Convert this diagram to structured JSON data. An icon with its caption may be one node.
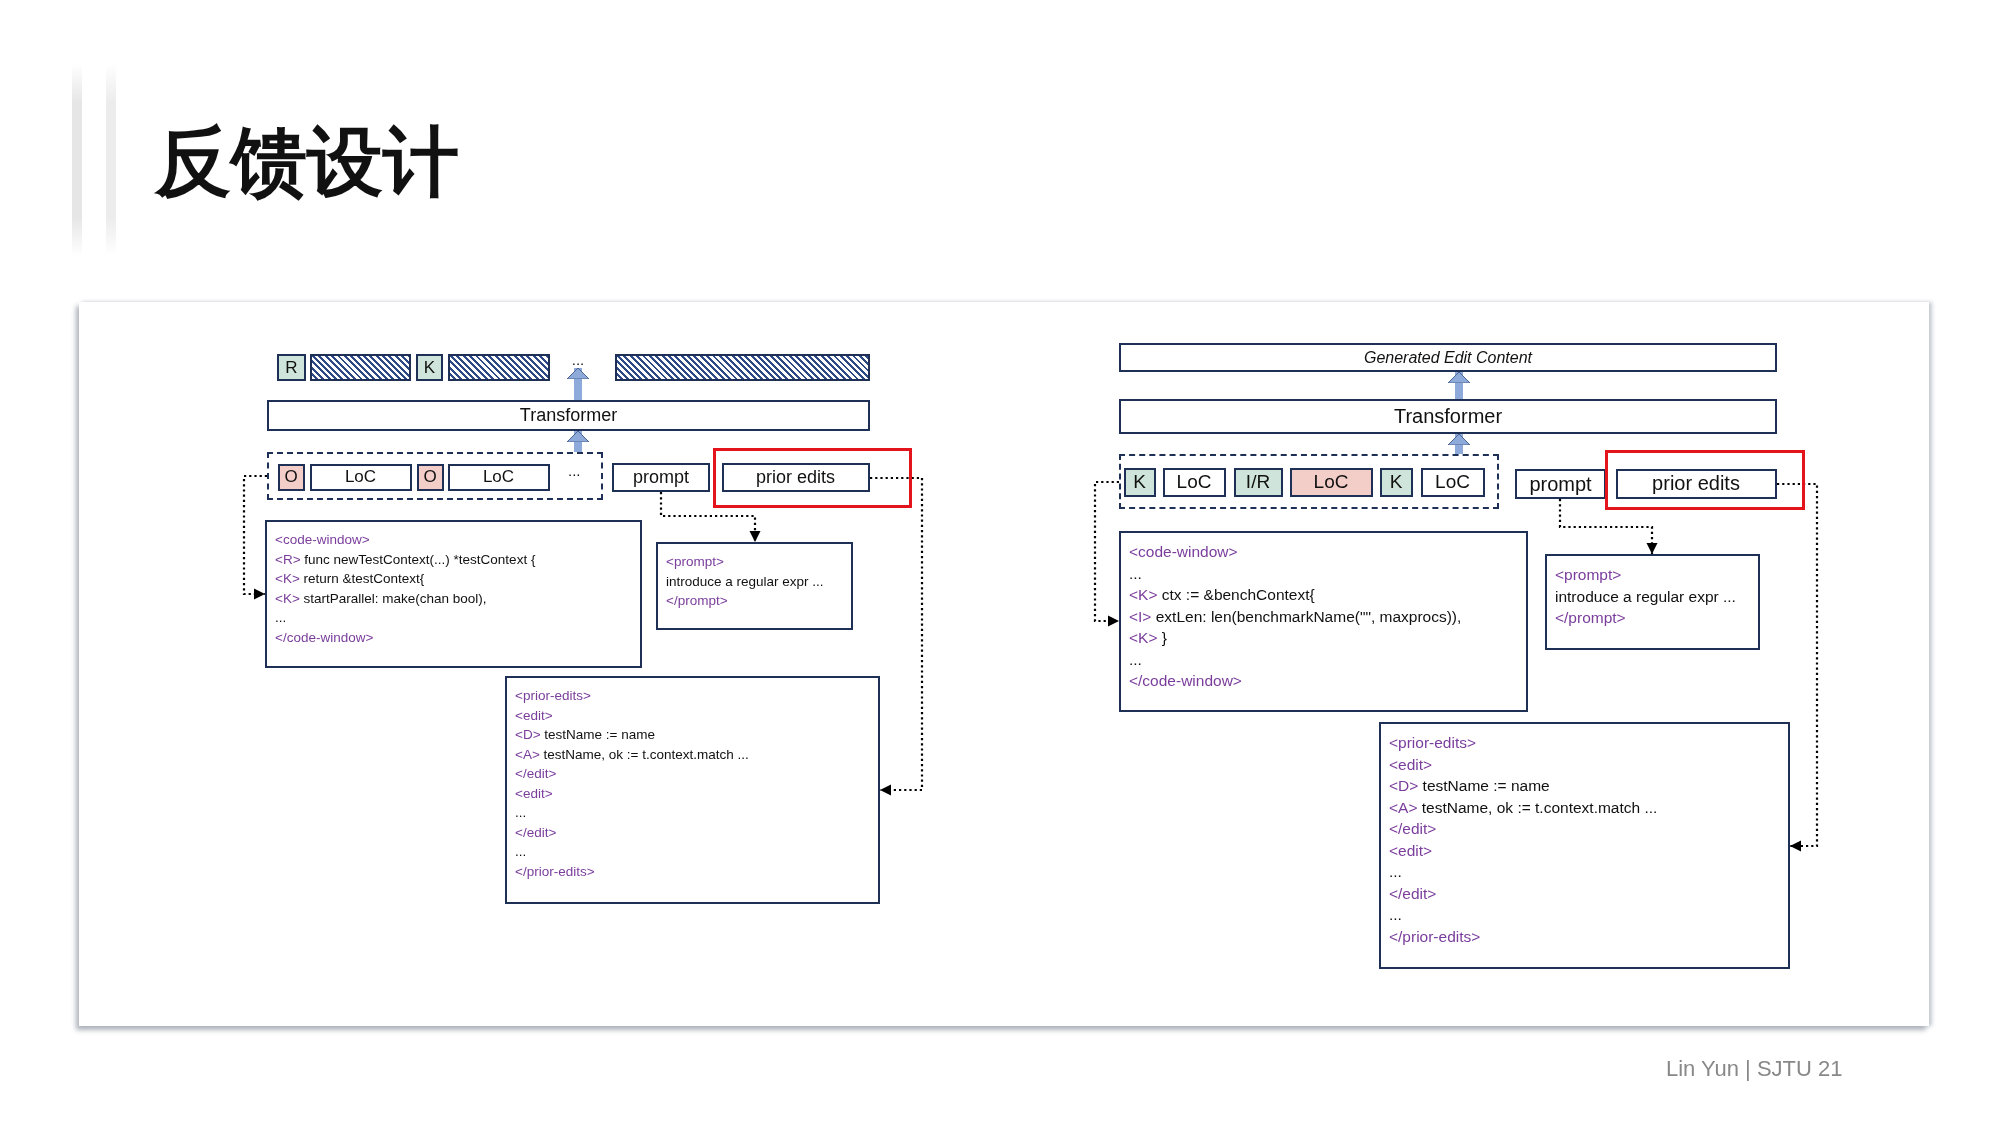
{
  "diagram": {
    "title": "反馈设计",
    "nodes": [
      {
        "text": [
          "R"
        ]
      },
      {
        "text": [],
        "shape": "bar"
      },
      {
        "text": [
          "K"
        ]
      },
      {
        "text": [],
        "shape": "bar"
      },
      {
        "text": [
          "..."
        ]
      },
      {
        "text": [],
        "shape": "bar"
      },
      {
        "text": [
          "Transformer"
        ]
      },
      {
        "text": [],
        "shape": "box"
      },
      {
        "text": [
          "O"
        ],
        "in": 7
      },
      {
        "text": [
          "LoC"
        ],
        "in": 7
      },
      {
        "text": [
          "O"
        ],
        "in": 7
      },
      {
        "text": [
          "LoC"
        ],
        "in": 7
      },
      {
        "text": [
          "prompt"
        ]
      },
      {
        "text": [],
        "shape": "box"
      },
      {
        "text": [
          "prior edits"
        ],
        "in": 13
      },
      {
        "text": [
          "<code-window>",
          "<R> func newTestContext(...) *testContext {",
          "<K> return &testContext{",
          "<K> startParallel: make(chan bool),",
          "...",
          "</code-window>"
        ]
      },
      {
        "text": [
          "<prompt>",
          "introduce a regular expr ...",
          "</prompt>"
        ]
      },
      {
        "text": [
          "<prior-edits>",
          "<edit>",
          "<D> testName := name",
          "<A> testName, ok := t.context.match ...",
          "</edit>",
          "<edit>",
          "...",
          "</edit>",
          "...",
          "</prior-edits>"
        ]
      },
      {
        "text": [
          "Generated Edit Content"
        ]
      },
      {
        "text": [
          "Transformer"
        ]
      },
      {
        "text": [],
        "shape": "box"
      },
      {
        "text": [
          "K"
        ],
        "in": 20
      },
      {
        "text": [
          "LoC"
        ],
        "in": 20
      },
      {
        "text": [
          "I/R"
        ],
        "in": 20
      },
      {
        "text": [
          "LoC"
        ],
        "in": 20
      },
      {
        "text": [
          "K"
        ],
        "in": 20
      },
      {
        "text": [
          "LoC"
        ],
        "in": 20
      },
      {
        "text": [
          "prompt"
        ]
      },
      {
        "text": [],
        "shape": "box"
      },
      {
        "text": [
          "prior edits"
        ],
        "in": 28
      },
      {
        "text": [
          "<code-window>",
          "...",
          "<K> ctx := &benchContext{",
          "<I> extLen: len(benchmarkName(\"\", maxprocs)),",
          "<K> }",
          "...",
          "</code-window>"
        ]
      },
      {
        "text": [
          "<prompt>",
          "introduce a regular expr ...",
          "</prompt>"
        ]
      },
      {
        "text": [
          "<prior-edits>",
          "<edit>",
          "<D> testName := name",
          "<A> testName, ok := t.context.match ...",
          "</edit>",
          "<edit>",
          "...",
          "</edit>",
          "...",
          "</prior-edits>"
        ]
      }
    ],
    "edges": [
      {
        "from": 7,
        "to": 6,
        "arrow": "to",
        "style": "thick",
        "color": "#8eaadb"
      },
      {
        "from": 6,
        "to": 4,
        "arrow": "to",
        "style": "thick",
        "color": "#8eaadb"
      },
      {
        "from": 7,
        "to": 15,
        "arrow": "to",
        "style": "dashed"
      },
      {
        "from": 12,
        "to": 16,
        "arrow": "to",
        "style": "dashed"
      },
      {
        "from": 14,
        "to": 17,
        "arrow": "to",
        "style": "dashed"
      },
      {
        "from": 20,
        "to": 19,
        "arrow": "to",
        "style": "thick",
        "color": "#8eaadb"
      },
      {
        "from": 19,
        "to": 18,
        "arrow": "to",
        "style": "thick",
        "color": "#8eaadb"
      },
      {
        "from": 20,
        "to": 30,
        "arrow": "to",
        "style": "dashed"
      },
      {
        "from": 27,
        "to": 31,
        "arrow": "to",
        "style": "dashed"
      },
      {
        "from": 29,
        "to": 32,
        "arrow": "to",
        "style": "dashed"
      }
    ],
    "labels": [
      "...",
      "Lin Yun | SJTU 21"
    ]
  }
}
